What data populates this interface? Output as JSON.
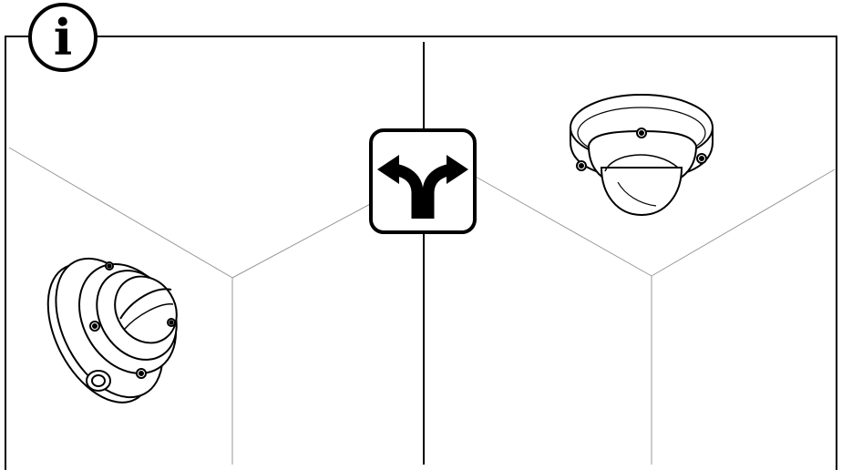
{
  "info_badge": {
    "glyph": "i",
    "icon": "info-icon"
  },
  "divider_icon": "split-arrow-icon",
  "options": [
    {
      "id": "wall-mount",
      "icon": "dome-camera-icon"
    },
    {
      "id": "ceiling-mount",
      "icon": "dome-camera-icon"
    }
  ],
  "colors": {
    "line": "#000000",
    "thin_line": "#888888",
    "background": "#ffffff"
  }
}
